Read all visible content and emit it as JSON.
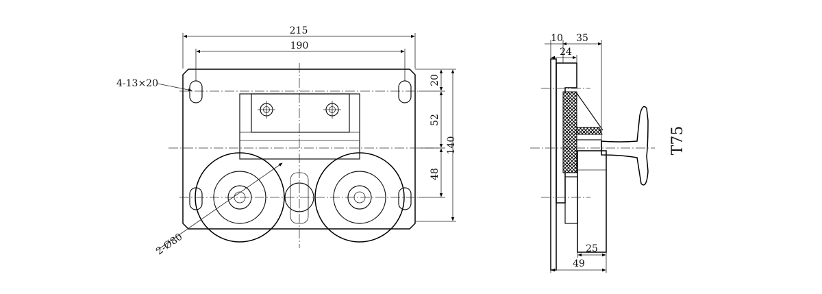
{
  "front_view": {
    "dim_overall_width": "215",
    "dim_hole_spacing": "190",
    "dim_top_offset": "20",
    "dim_mid": "52",
    "dim_lower": "48",
    "dim_height": "140",
    "hole_callout": "4-13×20",
    "wheel_callout": "2-Ø80"
  },
  "side_view": {
    "dim_a": "10",
    "dim_b": "35",
    "dim_c": "24",
    "dim_d": "25",
    "dim_e": "49",
    "rail_label": "T75"
  }
}
